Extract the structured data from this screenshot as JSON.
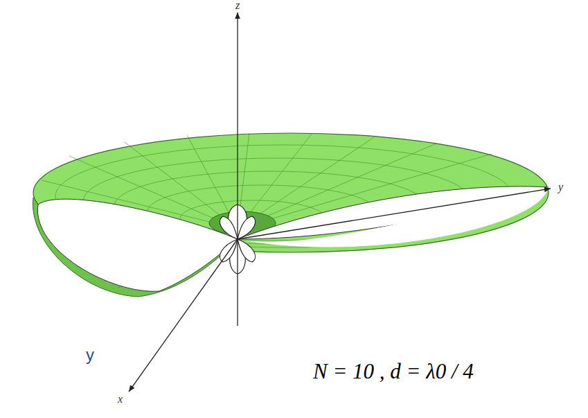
{
  "diagram": {
    "labels": [
      "z",
      "y",
      "y",
      "x",
      "N = 10 , d = λ0 / 4"
    ]
  }
}
